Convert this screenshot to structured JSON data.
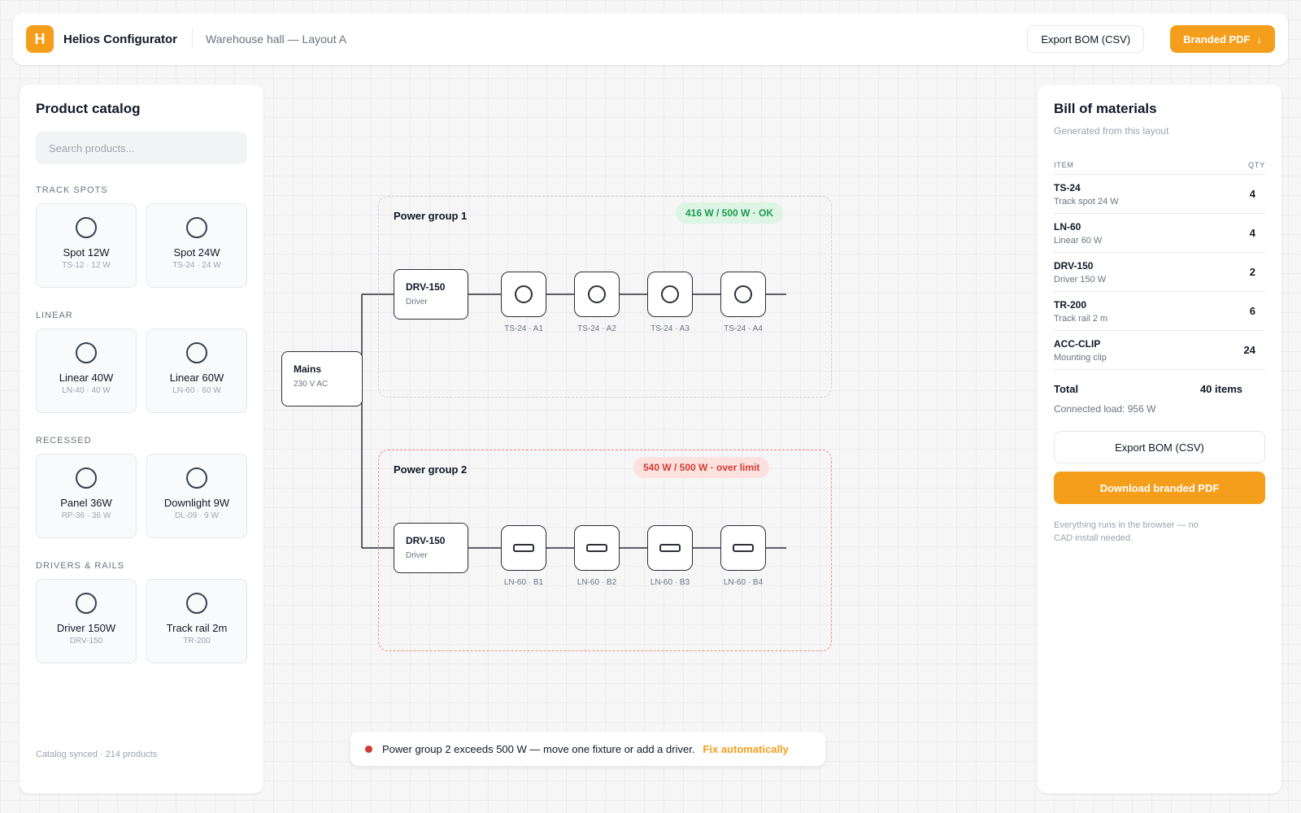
{
  "header": {
    "logo_letter": "H",
    "app_title": "Helios Configurator",
    "layout_name": "Warehouse hall — Layout A",
    "export_label": "Export BOM (CSV)",
    "pdf_label": "Branded PDF",
    "pdf_icon": "↓"
  },
  "catalog": {
    "title": "Product catalog",
    "search_placeholder": "Search products...",
    "categories": [
      {
        "label": "TRACK SPOTS",
        "items": [
          {
            "name": "Spot 12W",
            "sub": "TS-12 · 12 W"
          },
          {
            "name": "Spot 24W",
            "sub": "TS-24 · 24 W"
          }
        ]
      },
      {
        "label": "LINEAR",
        "items": [
          {
            "name": "Linear 40W",
            "sub": "LN-40 · 40 W"
          },
          {
            "name": "Linear 60W",
            "sub": "LN-60 · 60 W"
          }
        ]
      },
      {
        "label": "RECESSED",
        "items": [
          {
            "name": "Panel 36W",
            "sub": "RP-36 · 36 W"
          },
          {
            "name": "Downlight 9W",
            "sub": "DL-09 · 9 W"
          }
        ]
      },
      {
        "label": "DRIVERS & RAILS",
        "items": [
          {
            "name": "Driver 150W",
            "sub": "DRV-150"
          },
          {
            "name": "Track rail 2m",
            "sub": "TR-200"
          }
        ]
      }
    ],
    "footer": "Catalog synced · 214 products"
  },
  "diagram": {
    "mains": {
      "title": "Mains",
      "sub": "230 V AC"
    },
    "groups": [
      {
        "title": "Power group 1",
        "badge": "416 W / 500 W · OK",
        "status": "ok",
        "driver": {
          "title": "DRV-150",
          "sub": "Driver"
        },
        "fixtures": [
          "TS-24 · A1",
          "TS-24 · A2",
          "TS-24 · A3",
          "TS-24 · A4"
        ]
      },
      {
        "title": "Power group 2",
        "badge": "540 W / 500 W · over limit",
        "status": "over",
        "driver": {
          "title": "DRV-150",
          "sub": "Driver"
        },
        "fixtures": [
          "LN-60 · B1",
          "LN-60 · B2",
          "LN-60 · B3",
          "LN-60 · B4"
        ]
      }
    ]
  },
  "alert": {
    "message": "Power group 2 exceeds 500 W — move one fixture or add a driver.",
    "action": "Fix automatically"
  },
  "bom": {
    "title": "Bill of materials",
    "subtitle": "Generated from this layout",
    "col_item": "ITEM",
    "col_qty": "QTY",
    "rows": [
      {
        "code": "TS-24",
        "desc": "Track spot 24 W",
        "qty": "4"
      },
      {
        "code": "LN-60",
        "desc": "Linear 60 W",
        "qty": "4"
      },
      {
        "code": "DRV-150",
        "desc": "Driver 150 W",
        "qty": "2"
      },
      {
        "code": "TR-200",
        "desc": "Track rail 2 m",
        "qty": "6"
      },
      {
        "code": "ACC-CLIP",
        "desc": "Mounting clip",
        "qty": "24"
      }
    ],
    "total_label": "Total",
    "total_value": "40 items",
    "load": "Connected load: 956 W",
    "export_label": "Export BOM (CSV)",
    "pdf_label": "Download branded PDF",
    "note": "Everything runs in the browser — no CAD install needed."
  },
  "colors": {
    "accent": "#f59e1b",
    "ok": "#1d9a4f",
    "error": "#d23b34"
  }
}
